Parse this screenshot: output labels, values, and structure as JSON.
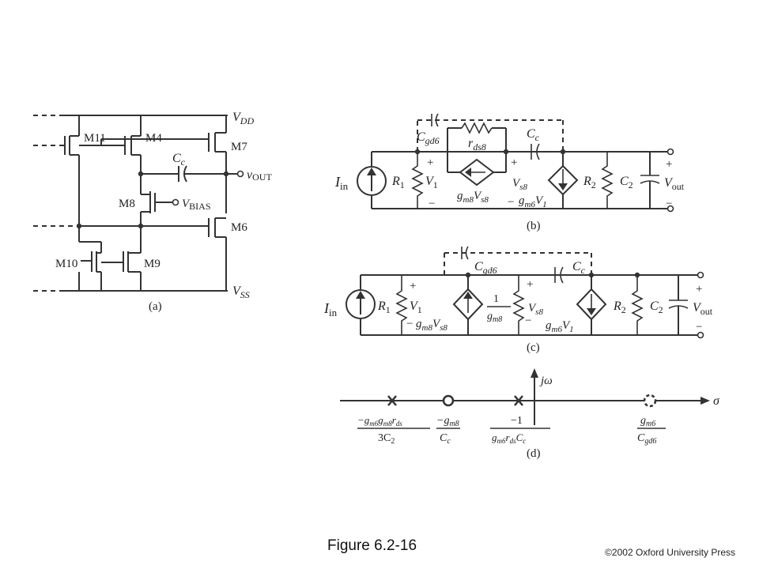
{
  "figure": {
    "caption": "Figure 6.2-16",
    "copyright": "©2002 Oxford University Press"
  },
  "panel_a": {
    "label": "(a)",
    "vdd": [
      "V",
      "DD"
    ],
    "vss": [
      "V",
      "SS"
    ],
    "m11": "M11",
    "m4": "M4",
    "m7": "M7",
    "m8": "M8",
    "m6": "M6",
    "m10": "M10",
    "m9": "M9",
    "cc": [
      "C",
      "c"
    ],
    "vout": [
      "v",
      "OUT"
    ],
    "vbias": [
      "V",
      "BIAS"
    ]
  },
  "panel_b": {
    "label": "(b)",
    "iin": [
      "I",
      "in"
    ],
    "r1": [
      "R",
      "1"
    ],
    "v1": [
      "V",
      "1"
    ],
    "cgd6": [
      "C",
      "gd6"
    ],
    "rds8": [
      "r",
      "ds8"
    ],
    "cc": [
      "C",
      "c"
    ],
    "gm8vs8": [
      "g",
      "m8",
      "V",
      "s8"
    ],
    "vs8": [
      "V",
      "s8"
    ],
    "gm6v1": [
      "g",
      "m6",
      "V",
      "1"
    ],
    "r2": [
      "R",
      "2"
    ],
    "c2": [
      "C",
      "2"
    ],
    "vout": [
      "V",
      "out"
    ],
    "plus": "+",
    "minus": "−"
  },
  "panel_c": {
    "label": "(c)",
    "iin": [
      "I",
      "in"
    ],
    "r1": [
      "R",
      "1"
    ],
    "v1": [
      "V",
      "1"
    ],
    "cgd6": [
      "C",
      "gd6"
    ],
    "cc": [
      "C",
      "c"
    ],
    "gm8vs8": [
      "g",
      "m8",
      "V",
      "s8"
    ],
    "one": "1",
    "gm8": [
      "g",
      "m8"
    ],
    "vs8": [
      "V",
      "s8"
    ],
    "gm6v1": [
      "g",
      "m6",
      "V",
      "1"
    ],
    "r2": [
      "R",
      "2"
    ],
    "c2": [
      "C",
      "2"
    ],
    "vout": [
      "V",
      "out"
    ],
    "plus": "+",
    "minus": "−"
  },
  "panel_d": {
    "label": "(d)",
    "jw": "jω",
    "sigma": "σ",
    "pole1_num": [
      "−g",
      "m6",
      "g",
      "m8",
      "r",
      "ds"
    ],
    "pole1_den": [
      "3C",
      "2"
    ],
    "zero1_num": [
      "−g",
      "m8"
    ],
    "zero1_den": [
      "C",
      "c"
    ],
    "pole2_num": "−1",
    "pole2_den": [
      "g",
      "m6",
      "r",
      "ds",
      "C",
      "c"
    ],
    "zero2_num": [
      "g",
      "m6"
    ],
    "zero2_den": [
      "C",
      "gd6"
    ]
  }
}
